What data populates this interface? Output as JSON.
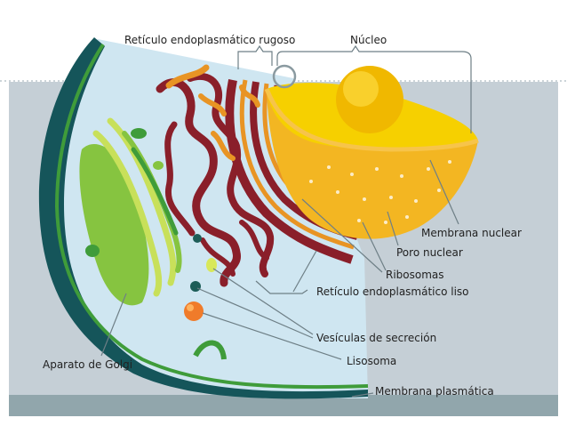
{
  "colors": {
    "slide_band": "#c5cfd6",
    "slide_bottom": "#91a6ac",
    "cytoplasm": "#cfe6f1",
    "membrane_dark": "#15555a",
    "membrane_green": "#3f9c3a",
    "golgi_light": "#c8e05a",
    "golgi_mid": "#86c440",
    "rer": "#8a1f2a",
    "ser": "#8a1f2a",
    "ribosome": "#e89424",
    "nucleus": "#f6d000",
    "nucleolus": "#f0b800",
    "nuclear_shell": "#f3b622",
    "lysosome": "#f07b2a",
    "vesicle": "#d8e85a",
    "vesicle_dark": "#1d5d58",
    "line": "#6e7f86"
  },
  "labels": {
    "rer": "Retículo endoplasmático rugoso",
    "nucleus": "Núcleo",
    "nuclear_membrane": "Membrana nuclear",
    "nuclear_pore": "Poro nuclear",
    "ribosomes": "Ribosomas",
    "ser": "Retículo endoplasmático liso",
    "secretory_vesicles": "Vesículas de secreción",
    "lysosome": "Lisosoma",
    "golgi": "Aparato de Golgi",
    "plasma_membrane": "Membrana plasmática"
  }
}
